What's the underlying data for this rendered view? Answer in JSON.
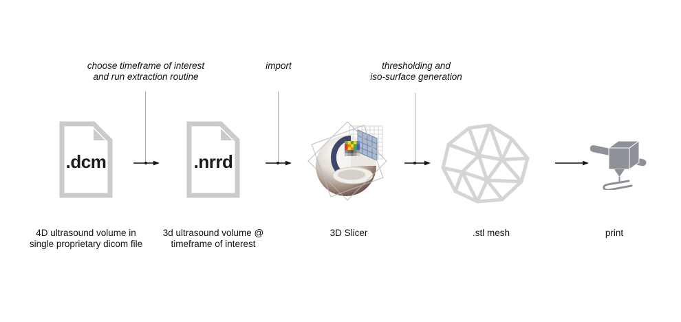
{
  "diagram": {
    "annotations": [
      {
        "lines": [
          "choose timeframe of interest",
          "and run extraction routine"
        ]
      },
      {
        "lines": [
          "import"
        ]
      },
      {
        "lines": [
          "thresholding and",
          "iso-surface generation"
        ]
      }
    ],
    "nodes": [
      {
        "icon": "dcm-file-icon",
        "ext": ".dcm",
        "label_lines": [
          "4D ultrasound volume in",
          "single proprietary dicom file"
        ]
      },
      {
        "icon": "nrrd-file-icon",
        "ext": ".nrrd",
        "label_lines": [
          "3d ultrasound volume @",
          "timeframe of interest"
        ]
      },
      {
        "icon": "3d-slicer-logo-icon",
        "label_lines": [
          "3D Slicer"
        ]
      },
      {
        "icon": "stl-mesh-icon",
        "label_lines": [
          ".stl mesh"
        ]
      },
      {
        "icon": "3d-printer-icon",
        "label_lines": [
          "print"
        ]
      }
    ],
    "colors": {
      "background": "#ffffff",
      "text": "#111111",
      "file_icon_gray": "#cbcbcb",
      "mesh_gray": "#d3d5d7",
      "printer_gray": "#8d9298",
      "connector_gray": "#b0b0b0",
      "arrow_black": "#111111",
      "slicer_navy": "#404669"
    }
  }
}
